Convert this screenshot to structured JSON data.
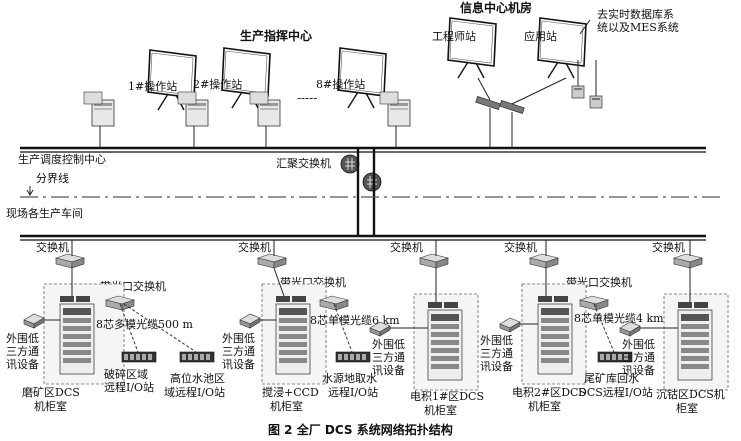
{
  "title": "图 2  全厂 DCS 系统网络拓扑结构",
  "top": {
    "production_center": "生产指挥中心",
    "info_center": "信息中心机房",
    "stations": [
      "1#操作站",
      "2#操作站",
      "8#操作站"
    ],
    "ellipsis": "-----",
    "engineer_station": "工程师站",
    "app_station": "应用站",
    "realtime_db_line1": "去实时数据库系",
    "realtime_db_line2": "统以及MES系统",
    "dispatch_center": "生产调度控制中心",
    "core_switch": "汇聚交换机",
    "boundary": "分界线",
    "workshops": "现场各生产车间"
  },
  "field": {
    "switch": "交换机",
    "optical_switch": "带光口交换机",
    "cable_multi": "8芯多模光缆500 m",
    "cable_single_6": "8芯单模光缆6 km",
    "cable_single_4": "8芯单模光缆4 km",
    "third_party_1": "外围低",
    "third_party_2": "三方通",
    "third_party_3": "讯设备",
    "crush_1": "破碎区域",
    "crush_2": "远程I/O站",
    "tank_1": "高位水池区",
    "tank_2": "域远程I/O站",
    "water_1": "水源地取水",
    "water_2": "远程I/O站",
    "tailing_1": "尾矿库回水",
    "tailing_2": "DCS远程I/O站",
    "room_grind_1": "磨矿区DCS",
    "room_grind_2": "机柜室",
    "room_leach_1": "搅浸+CCD",
    "room_leach_2": "机柜室",
    "room_ew1_1": "电积1#区DCS",
    "room_ew1_2": "机柜室",
    "room_ew2_1": "电积2#区DCS",
    "room_ew2_2": "机柜室",
    "room_settle_1": "沉钴区DCS机",
    "room_settle_2": "柜室"
  }
}
